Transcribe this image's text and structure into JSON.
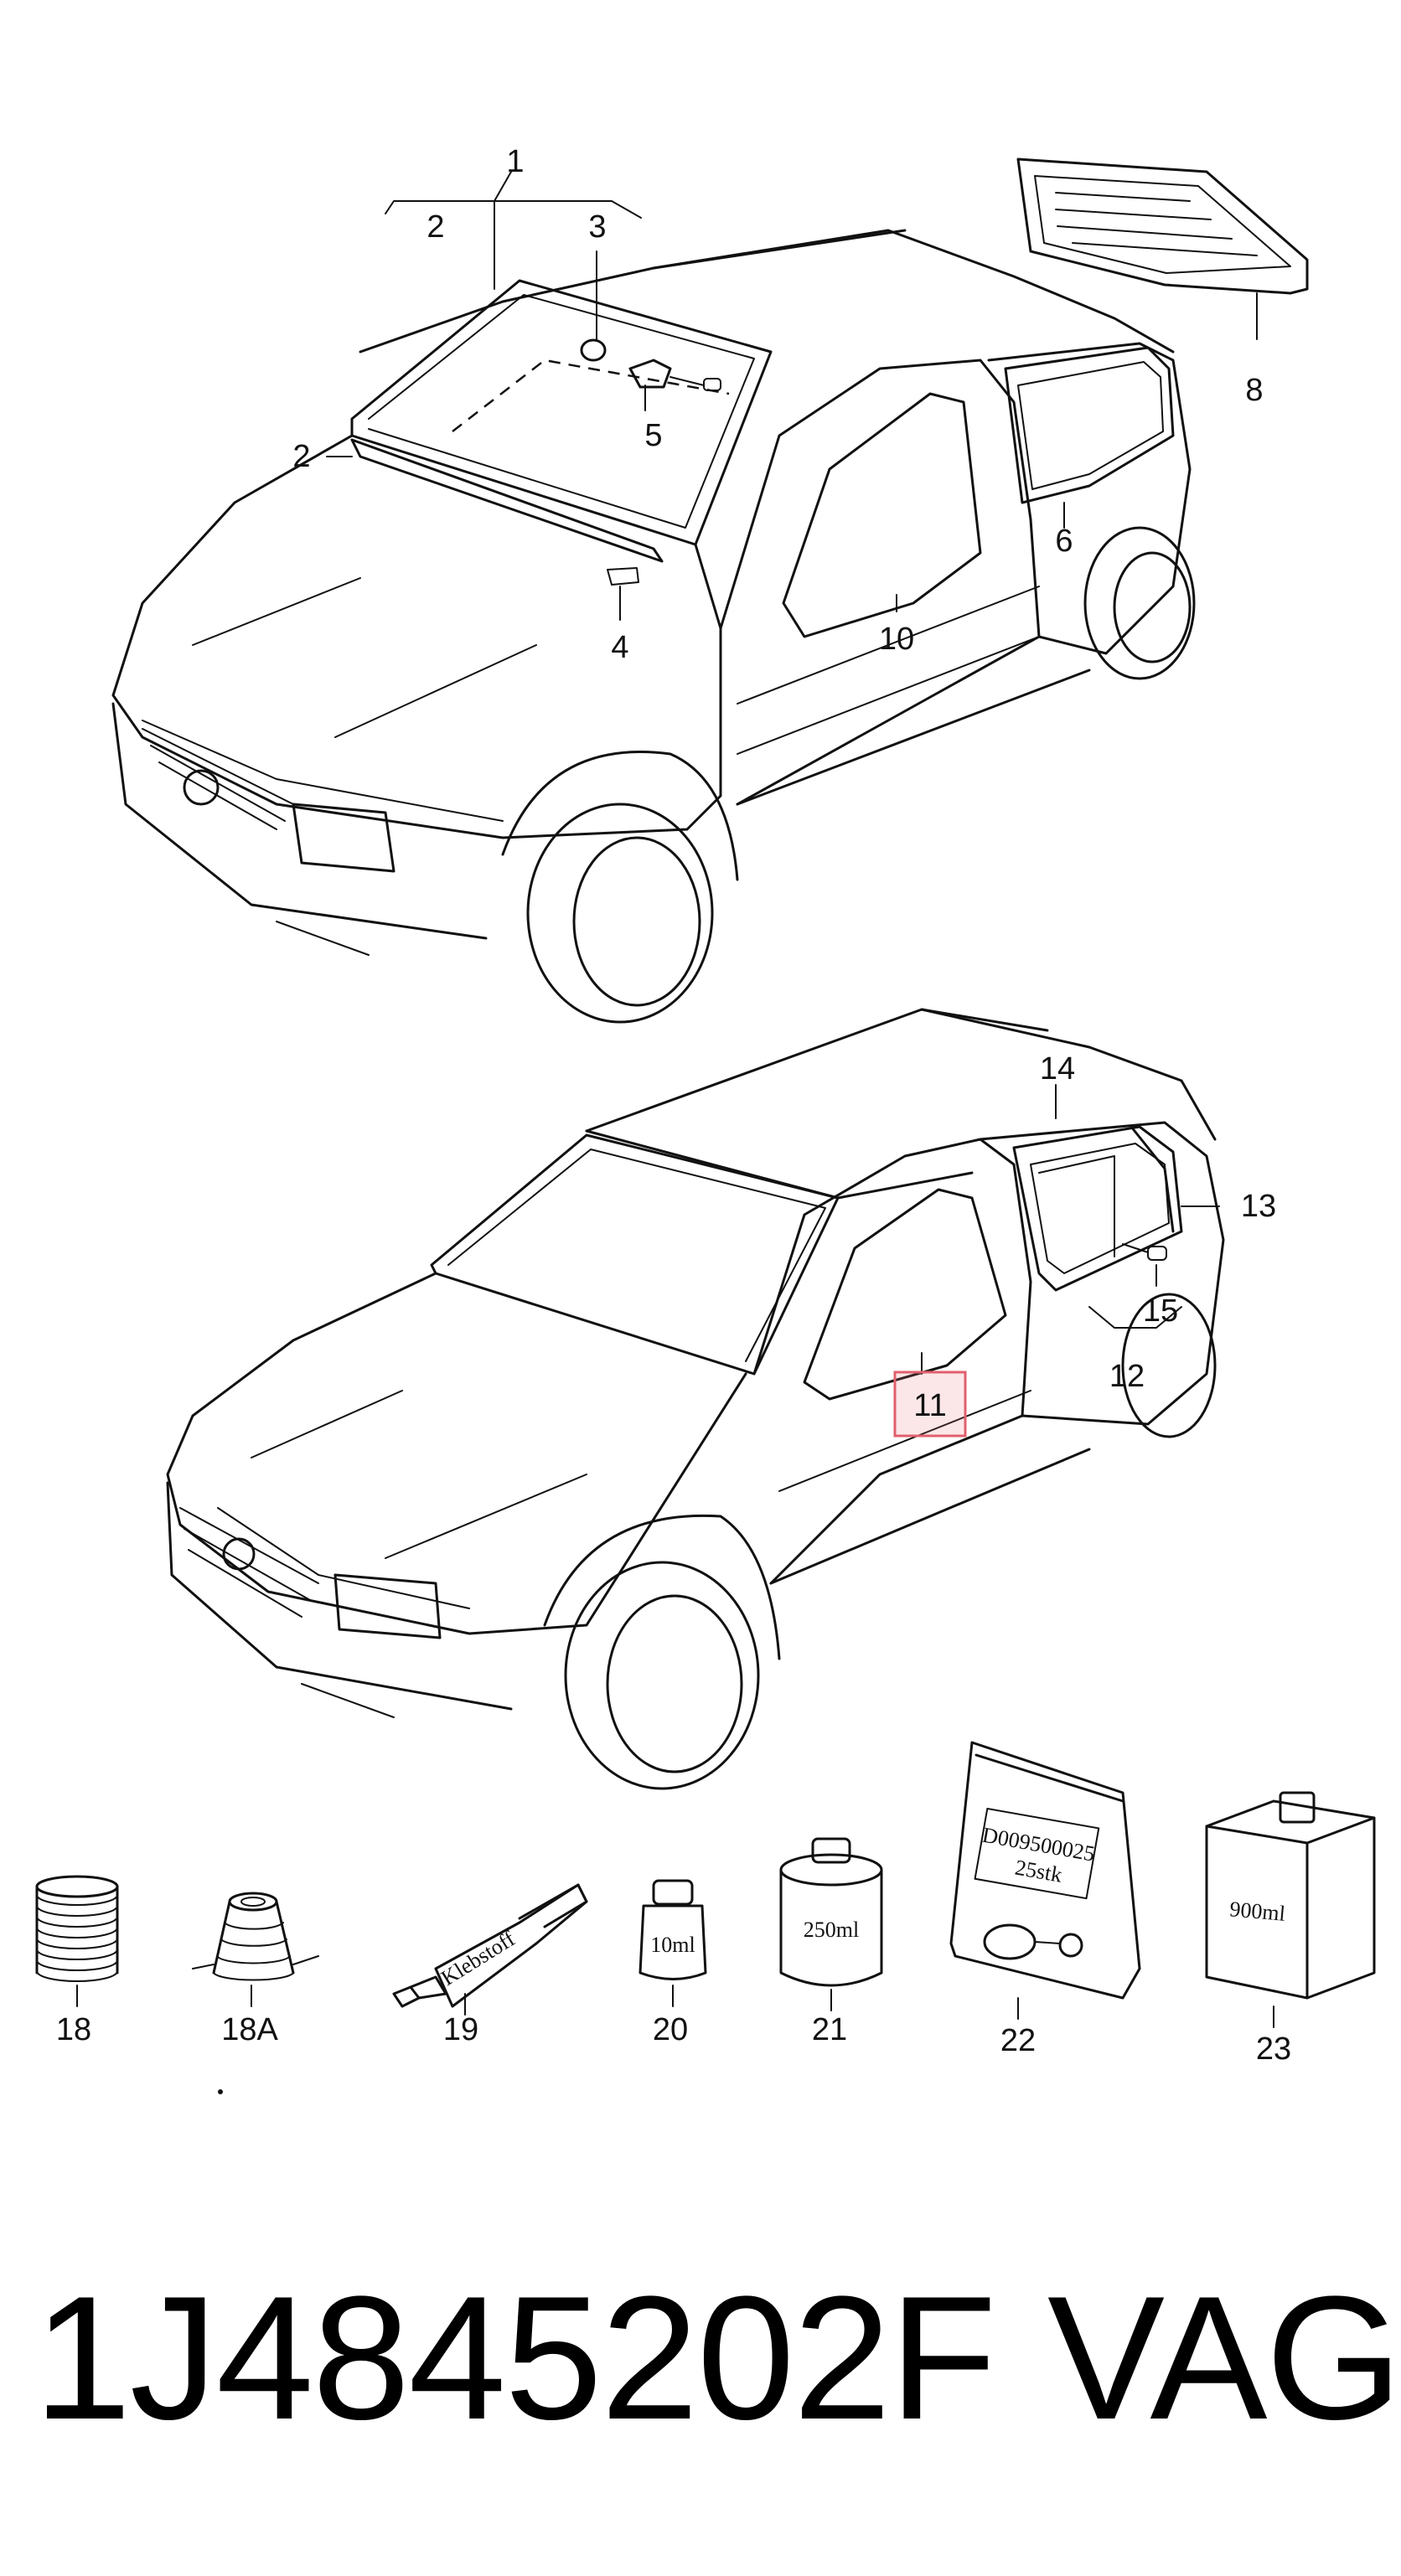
{
  "callouts": {
    "c1": "1",
    "c2a": "2",
    "c3": "3",
    "c2b": "2",
    "c5": "5",
    "c8": "8",
    "c6": "6",
    "c4": "4",
    "c10": "10",
    "c14": "14",
    "c13": "13",
    "c15": "15",
    "c11": "11",
    "c12": "12",
    "c18": "18",
    "c18a": "18A",
    "c19": "19",
    "c20": "20",
    "c21": "21",
    "c22": "22",
    "c23": "23"
  },
  "product_labels": {
    "tube": "Klebstoff",
    "bottle_10": "10ml",
    "can_250": "250ml",
    "bag_code": "D009500025",
    "bag_qty": "25stk",
    "box_900": "900ml"
  },
  "highlight_callout": "11",
  "highlight_color": "#e0606c",
  "part_number": "1J4845202F",
  "brand": "VAG"
}
